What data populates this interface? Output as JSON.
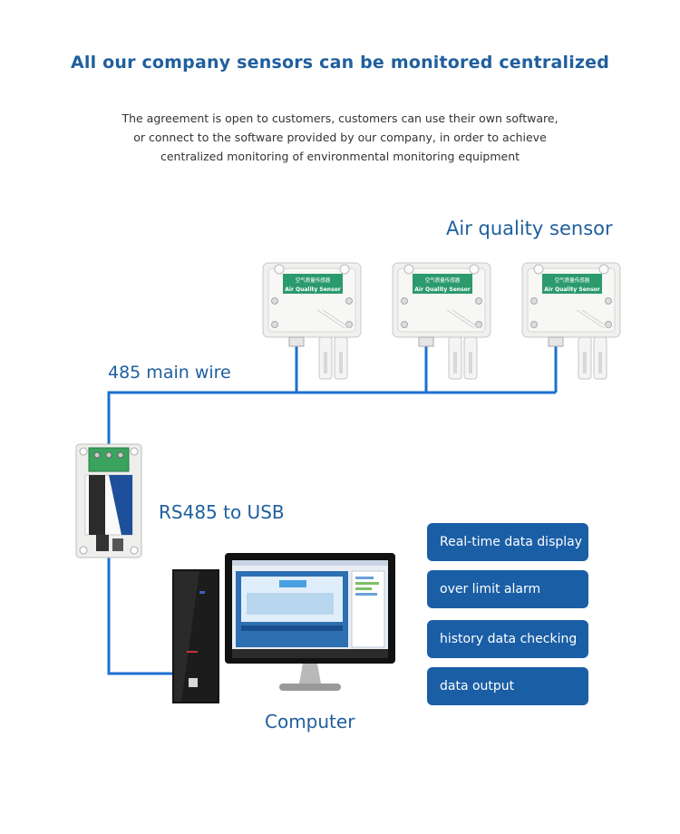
{
  "title": "All our company sensors can be monitored centralized",
  "description": [
    "The agreement is open to customers, customers can use their own software,",
    "or connect to the software provided by our company, in order to achieve",
    "centralized monitoring of environmental monitoring equipment"
  ],
  "labels": {
    "sensor": "Air quality sensor",
    "bus": "485 main wire",
    "converter": "RS485 to USB",
    "computer": "Computer"
  },
  "sensor_device": {
    "chinese_label": "空气质量传感器",
    "english_label": "Air Quality Sensor"
  },
  "features": [
    "Real-time data display",
    "over limit alarm",
    "history data checking",
    "data output"
  ],
  "colors": {
    "title": "#1f5f9e",
    "wire": "#1d6fd0",
    "feature_bg": "#1a5ea6",
    "sensor_strip": "#2b9a6c"
  }
}
